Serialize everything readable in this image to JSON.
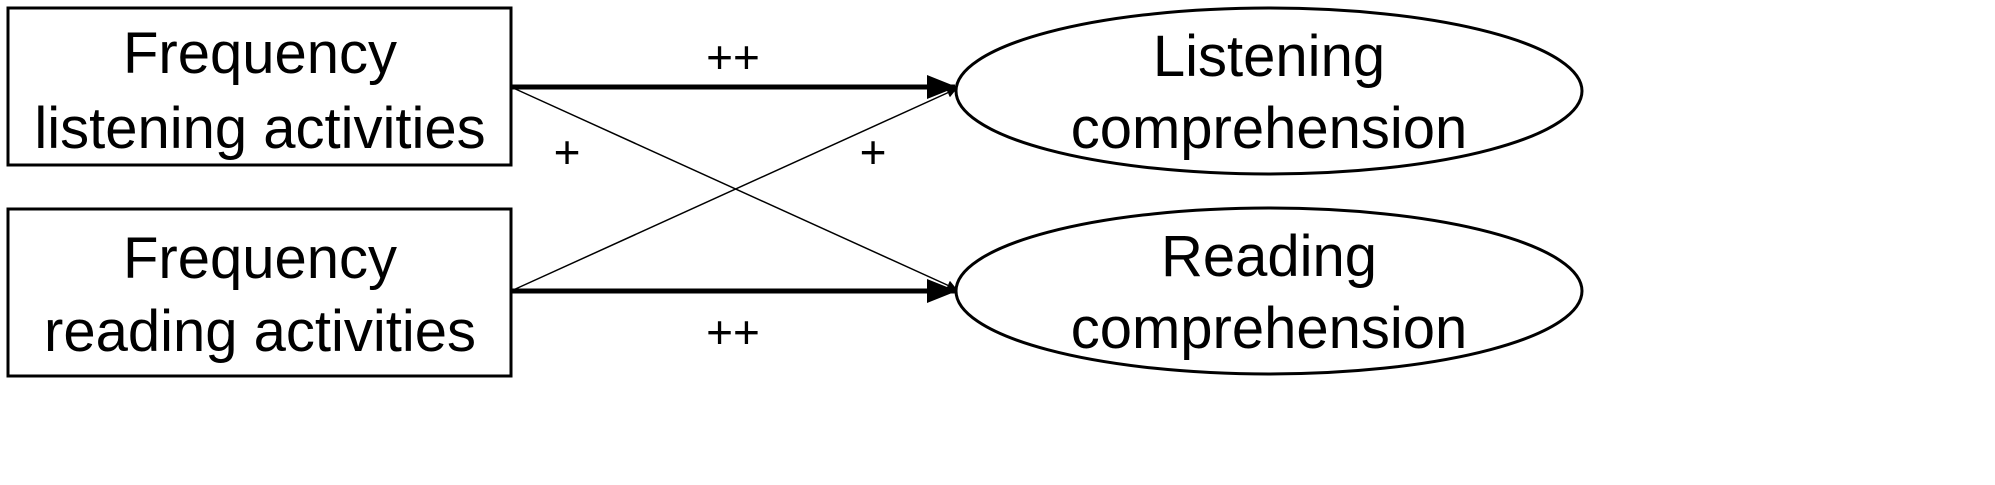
{
  "nodes": {
    "listening_activities": {
      "line1": "Frequency",
      "line2": "listening activities"
    },
    "reading_activities": {
      "line1": "Frequency",
      "line2": "reading activities"
    },
    "listening_comprehension": {
      "line1": "Listening",
      "line2": "comprehension"
    },
    "reading_comprehension": {
      "line1": "Reading",
      "line2": "comprehension"
    }
  },
  "edges": {
    "listening_to_listening": "++",
    "reading_to_reading": "++",
    "listening_to_reading": "+",
    "reading_to_listening": "+"
  },
  "colors": {
    "stroke": "#000000",
    "background": "#ffffff"
  }
}
